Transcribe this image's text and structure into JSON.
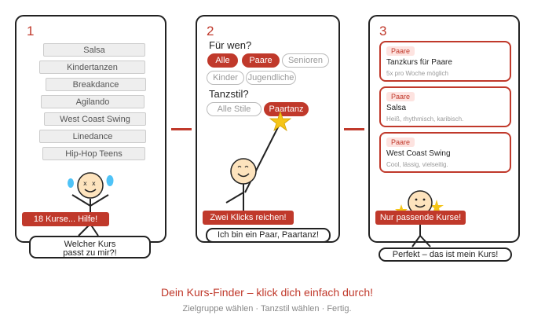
{
  "panel1": {
    "number": "1",
    "courses": [
      "Salsa",
      "Kindertanzen",
      "Breakdance",
      "Agilando",
      "West Coast Swing",
      "Linedance",
      "Hip-Hop Teens"
    ],
    "label": "18 Kurse... Hilfe!",
    "speech": "Welcher Kurs passt zu mir?!"
  },
  "panel2": {
    "number": "2",
    "question1": "Für wen?",
    "audience": [
      {
        "label": "Alle",
        "selected": true
      },
      {
        "label": "Paare",
        "selected": true
      },
      {
        "label": "Senioren",
        "selected": false
      },
      {
        "label": "Kinder",
        "selected": false
      },
      {
        "label": "Jugendliche",
        "selected": false
      }
    ],
    "question2": "Tanzstil?",
    "styles": [
      {
        "label": "Alle Stile",
        "selected": false
      },
      {
        "label": "Paartanz",
        "selected": true
      }
    ],
    "label": "Zwei Klicks reichen!",
    "speech": "Ich bin ein Paar, Paartanz!"
  },
  "panel3": {
    "number": "3",
    "results": [
      {
        "tag": "Paare",
        "title": "Tanzkurs für Paare",
        "desc": "5x pro Woche möglich"
      },
      {
        "tag": "Paare",
        "title": "Salsa",
        "desc": "Heiß, rhythmisch, karibisch."
      },
      {
        "tag": "Paare",
        "title": "West Coast Swing",
        "desc": "Cool, lässig, vielseitig."
      }
    ],
    "label": "Nur passende Kurse!",
    "speech": "Perfekt – das ist mein Kurs!"
  },
  "footer": {
    "title": "Dein Kurs-Finder – klick dich einfach durch!",
    "subtitle": "Zielgruppe wählen · Tanzstil wählen · Fertig."
  },
  "colors": {
    "accent": "#c0392b",
    "border": "#222222",
    "skin": "#fde3bd",
    "star": "#f5c518",
    "sweat": "#4fc3f7"
  }
}
